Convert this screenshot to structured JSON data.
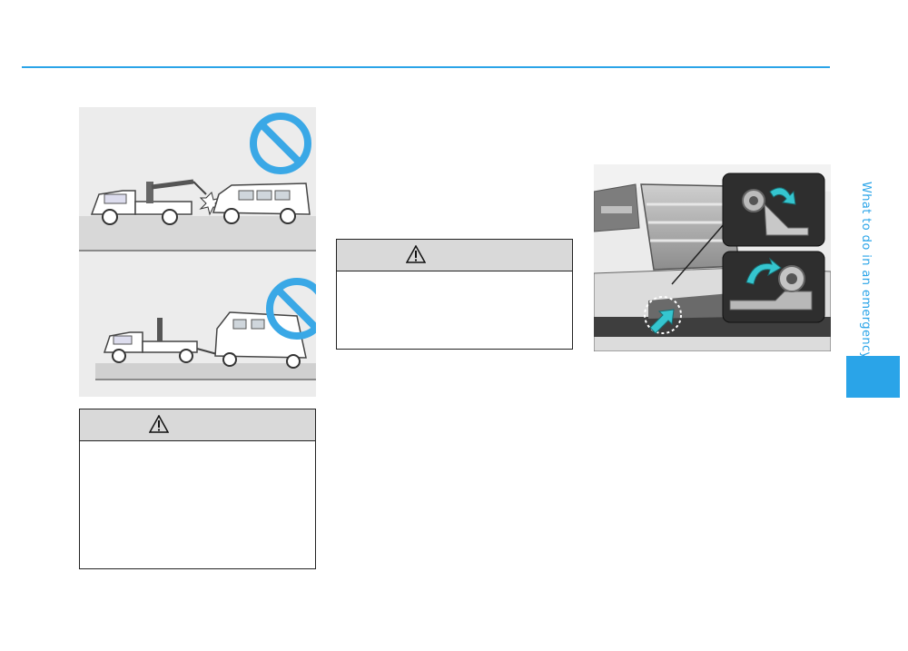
{
  "header": {
    "rule_color": "#2aa4e8"
  },
  "side_tab": {
    "label": "What to do in an emergency",
    "tab_color": "#2aa4e8"
  },
  "figures": [
    {
      "icon": "prohibited-towing-illustration",
      "prohibit_color": "#3aa8e6"
    },
    {
      "icon": "towing-hook-installation-illustration",
      "arrow_color": "#35c5cf"
    }
  ],
  "warnings": [
    {
      "icon": "warning-triangle-icon",
      "title": ""
    },
    {
      "icon": "warning-triangle-icon",
      "title": ""
    }
  ]
}
